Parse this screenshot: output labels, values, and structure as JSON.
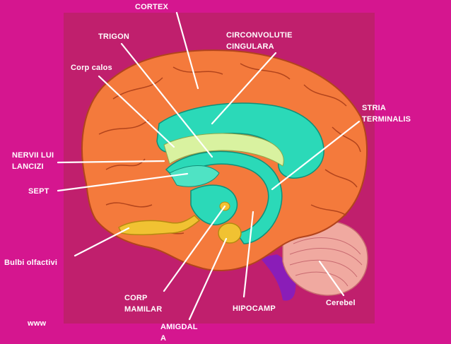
{
  "labels": {
    "cortex": "CORTEX",
    "trigon": "TRIGON",
    "circonvolutie": "CIRCONVOLUTIE\nCINGULARA",
    "corp_calos": "Corp calos",
    "stria": "STRIA\nTERMINALIS",
    "nervii": "NERVII LUI\nLANCIZI",
    "sept": "SEPT",
    "bulbi": "Bulbi olfactivi",
    "corp_mamilar": "CORP\nMAMILAR",
    "hipocamp": "HIPOCAMP",
    "cerebel": "Cerebel",
    "www": "www",
    "amigdala": "AMIGDAL\nA"
  },
  "colors": {
    "background": "#d5168f",
    "panel": "#c01f6d",
    "cortex": "#f47a3c",
    "limbic": "#2bd9b8",
    "amygdala": "#f1c232",
    "cerebellum": "#f0a9a0",
    "brainstem": "#8a1db8",
    "leader": "#ffffff"
  }
}
